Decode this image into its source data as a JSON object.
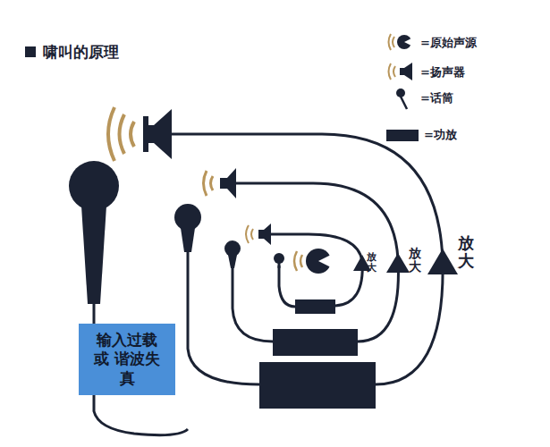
{
  "diagram": {
    "title": "啸叫的原理",
    "nodes": [
      {
        "text": [
          "输入过载 或 谐波失真"
        ]
      }
    ],
    "labels": [
      "放大",
      "放大",
      "放大"
    ],
    "legend": [
      {
        "text": "=原始声源"
      },
      {
        "text": "=扬声器"
      },
      {
        "text": "=话筒"
      },
      {
        "text": "=功放"
      }
    ]
  }
}
